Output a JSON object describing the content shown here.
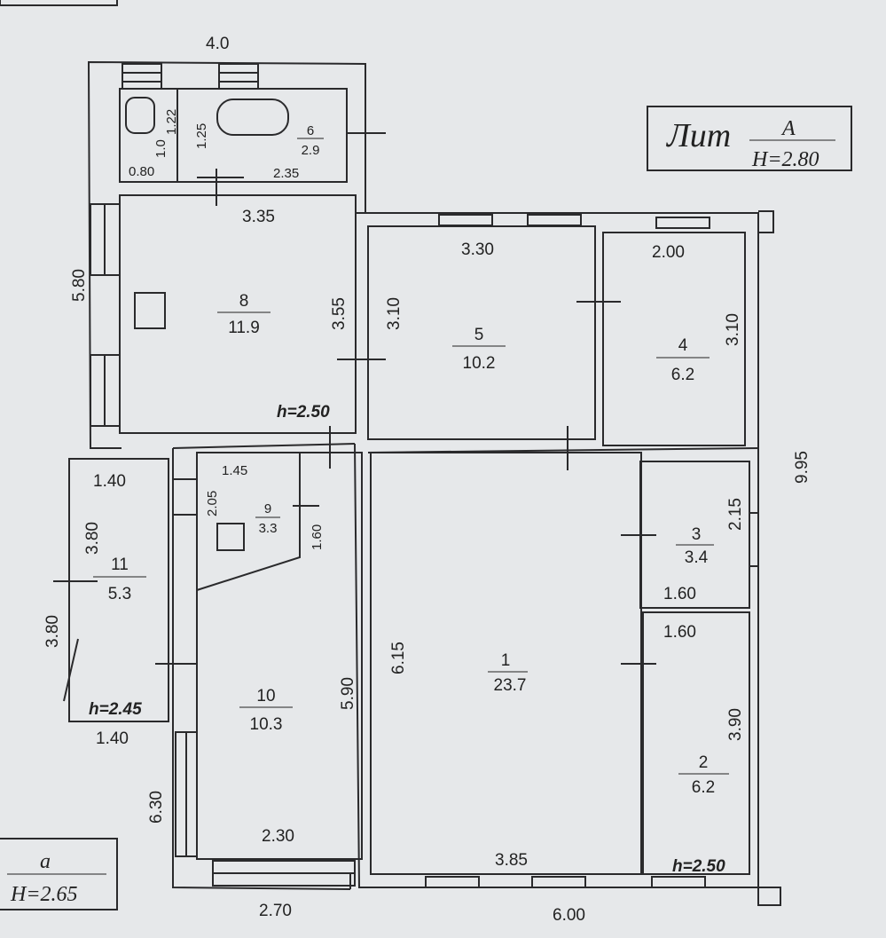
{
  "title_block": {
    "prefix": "Лит",
    "letter": "А",
    "height": "H=2.80"
  },
  "annex_block": {
    "letter": "а",
    "height": "H=2.65"
  },
  "rooms": [
    {
      "number": "1",
      "area": "23.7"
    },
    {
      "number": "2",
      "area": "6.2"
    },
    {
      "number": "3",
      "area": "3.4"
    },
    {
      "number": "4",
      "area": "6.2"
    },
    {
      "number": "5",
      "area": "10.2"
    },
    {
      "number": "6",
      "area": "2.9"
    },
    {
      "number": "8",
      "area": "11.9"
    },
    {
      "number": "9",
      "area": "3.3"
    },
    {
      "number": "10",
      "area": "10.3"
    },
    {
      "number": "11",
      "area": "5.3"
    }
  ],
  "ceiling_heights": {
    "kitchen": "h=2.50",
    "room2": "h=2.50",
    "room11": "h=2.45"
  },
  "dimensions": {
    "top": "4.0",
    "bath_122": "1.22",
    "bath_125": "1.25",
    "bath_10": "1.0",
    "bath_080": "0.80",
    "bath_235": "2.35",
    "kitchen_335": "3.35",
    "left_580": "5.80",
    "kitchen_355": "3.55",
    "r5_330": "3.30",
    "r5_310": "3.10",
    "r4_200": "2.00",
    "r4_310": "3.10",
    "right_995": "9.95",
    "r11_140a": "1.40",
    "r11_380a": "3.80",
    "r11_380b": "3.80",
    "r11_140b": "1.40",
    "r9_145": "1.45",
    "r9_205": "2.05",
    "r9_160": "1.60",
    "r1_615": "6.15",
    "r10_590": "5.90",
    "left_630": "6.30",
    "r10_230": "2.30",
    "bottom_270": "2.70",
    "r1_385": "3.85",
    "bottom_600": "6.00",
    "r3_215": "2.15",
    "r3_160": "1.60",
    "r2_160": "1.60",
    "r2_390": "3.90"
  }
}
